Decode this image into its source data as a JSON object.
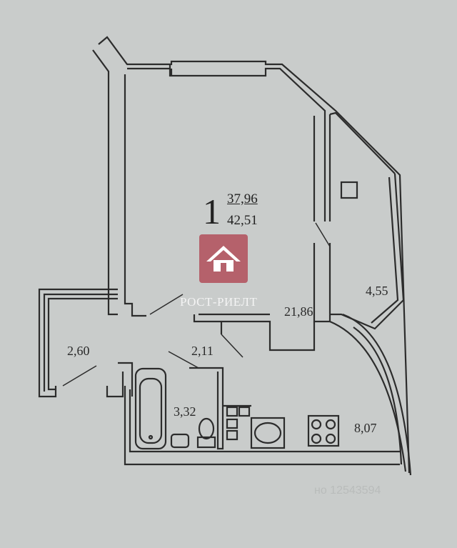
{
  "plan": {
    "room_count": "1",
    "living_area": "37,96",
    "total_area": "42,51"
  },
  "rooms": {
    "main_room": "21,86",
    "balcony": "4,55",
    "storage": "2,60",
    "corridor": "2,11",
    "bathroom": "3,32",
    "kitchen": "8,07"
  },
  "brand": {
    "name": "РОСТ-РИЕЛТ",
    "logo_color": "#b5616b"
  },
  "watermark": {
    "text": "но 12543594"
  }
}
